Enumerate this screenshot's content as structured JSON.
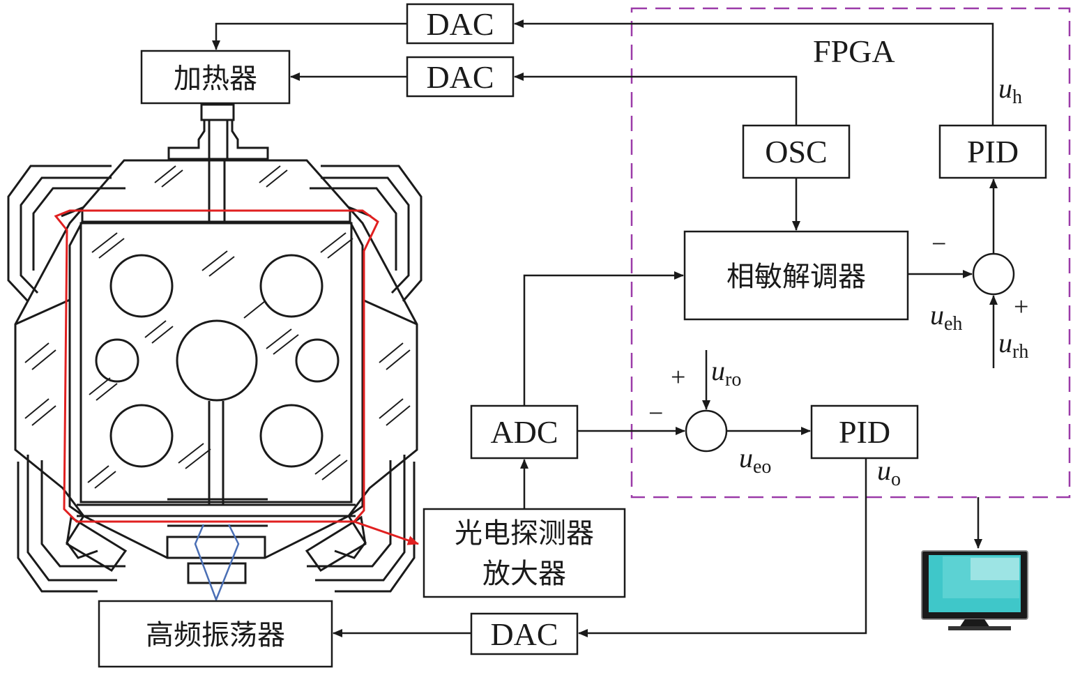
{
  "colors": {
    "line": "#1a1a1a",
    "fpga_border": "#9b3aa8",
    "laser_path": "#e02020",
    "coil": "#4a6fb5",
    "monitor_screen": "#3fc7c9"
  },
  "fpga": {
    "label": "FPGA"
  },
  "blocks": {
    "dac_top": "DAC",
    "dac_mid": "DAC",
    "dac_bottom": "DAC",
    "heater": "加热器",
    "osc": "OSC",
    "pid_top": "PID",
    "pid_bottom": "PID",
    "demod": "相敏解调器",
    "adc": "ADC",
    "photodetector_line1": "光电探测器",
    "photodetector_line2": "放大器",
    "oscillator": "高频振荡器"
  },
  "signals": {
    "uh": {
      "main": "u",
      "sub": "h"
    },
    "ueh": {
      "main": "u",
      "sub": "eh"
    },
    "urh": {
      "main": "u",
      "sub": "rh"
    },
    "uro": {
      "main": "u",
      "sub": "ro"
    },
    "ueo": {
      "main": "u",
      "sub": "eo"
    },
    "uo": {
      "main": "u",
      "sub": "o"
    }
  },
  "signs": {
    "sum_top_minus": "−",
    "sum_top_plus": "+",
    "sum_bottom_plus": "+",
    "sum_bottom_minus": "−"
  },
  "icons": {
    "monitor": "monitor-icon",
    "physics_package": "vapor-cell-assembly-icon"
  }
}
